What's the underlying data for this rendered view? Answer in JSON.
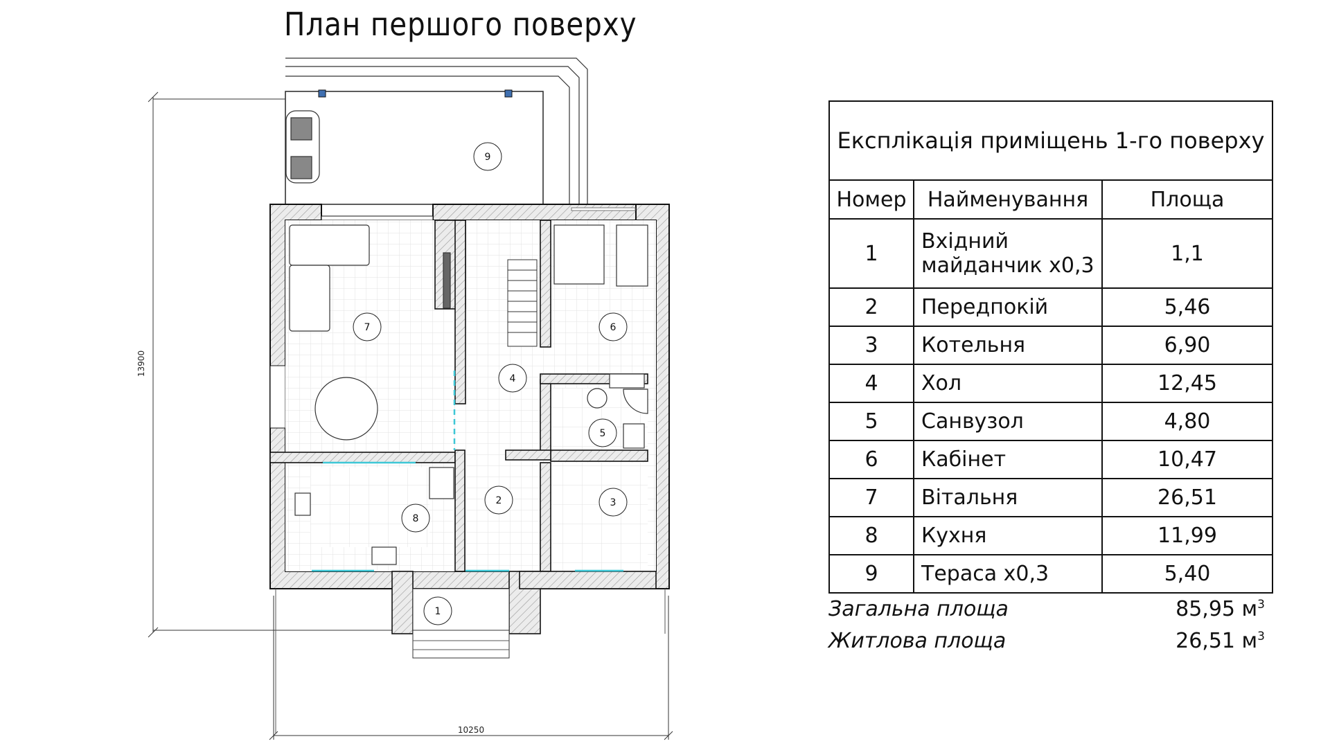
{
  "plan": {
    "title": "План першого поверху",
    "dim_height": "13900",
    "dim_width": "10250",
    "room_markers": [
      "1",
      "2",
      "3",
      "4",
      "5",
      "6",
      "7",
      "8",
      "9"
    ]
  },
  "explication": {
    "title": "Експлікація приміщень 1-го поверху",
    "headers": {
      "number": "Номер",
      "name": "Найменування",
      "area": "Площа"
    },
    "rows": [
      {
        "number": "1",
        "name": "Вхідний майданчик x0,3",
        "area": "1,1"
      },
      {
        "number": "2",
        "name": "Передпокій",
        "area": "5,46"
      },
      {
        "number": "3",
        "name": "Котельня",
        "area": "6,90"
      },
      {
        "number": "4",
        "name": "Хол",
        "area": "12,45"
      },
      {
        "number": "5",
        "name": "Санвузол",
        "area": "4,80"
      },
      {
        "number": "6",
        "name": "Кабінет",
        "area": "10,47"
      },
      {
        "number": "7",
        "name": "Вітальня",
        "area": "26,51"
      },
      {
        "number": "8",
        "name": "Кухня",
        "area": "11,99"
      },
      {
        "number": "9",
        "name": "Тераса x0,3",
        "area": "5,40"
      }
    ],
    "total_label": "Загальна площа",
    "total_value": "85,95 м",
    "living_label": "Житлова площа",
    "living_value": "26,51 м",
    "unit_exponent": "3"
  },
  "colors": {
    "wall_hatch": "#b0b0b0",
    "window_cyan": "#3ec7d6",
    "column_blue": "#3f6fb0"
  }
}
